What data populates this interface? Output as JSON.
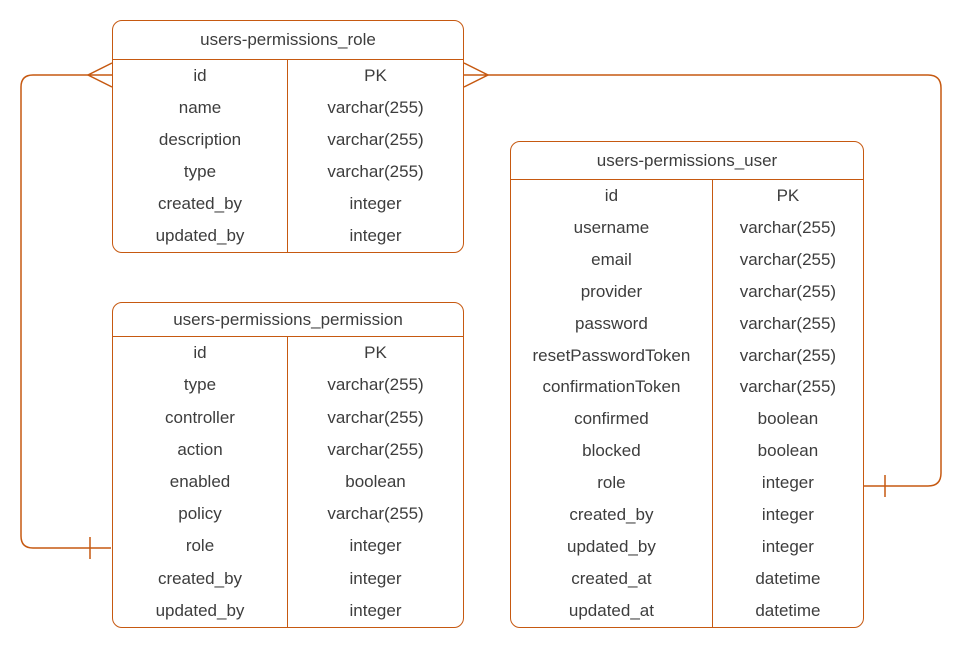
{
  "colors": {
    "line": "#c65911",
    "text": "#3d3d3d",
    "background": "#ffffff"
  },
  "diagram": {
    "entities": [
      {
        "title": "users-permissions_role",
        "fields": [
          {
            "name": "id",
            "type": "PK"
          },
          {
            "name": "name",
            "type": "varchar(255)"
          },
          {
            "name": "description",
            "type": "varchar(255)"
          },
          {
            "name": "type",
            "type": "varchar(255)"
          },
          {
            "name": "created_by",
            "type": "integer"
          },
          {
            "name": "updated_by",
            "type": "integer"
          }
        ]
      },
      {
        "title": "users-permissions_permission",
        "fields": [
          {
            "name": "id",
            "type": "PK"
          },
          {
            "name": "type",
            "type": "varchar(255)"
          },
          {
            "name": "controller",
            "type": "varchar(255)"
          },
          {
            "name": "action",
            "type": "varchar(255)"
          },
          {
            "name": "enabled",
            "type": "boolean"
          },
          {
            "name": "policy",
            "type": "varchar(255)"
          },
          {
            "name": "role",
            "type": "integer"
          },
          {
            "name": "created_by",
            "type": "integer"
          },
          {
            "name": "updated_by",
            "type": "integer"
          }
        ]
      },
      {
        "title": "users-permissions_user",
        "fields": [
          {
            "name": "id",
            "type": "PK"
          },
          {
            "name": "username",
            "type": "varchar(255)"
          },
          {
            "name": "email",
            "type": "varchar(255)"
          },
          {
            "name": "provider",
            "type": "varchar(255)"
          },
          {
            "name": "password",
            "type": "varchar(255)"
          },
          {
            "name": "resetPasswordToken",
            "type": "varchar(255)"
          },
          {
            "name": "confirmationToken",
            "type": "varchar(255)"
          },
          {
            "name": "confirmed",
            "type": "boolean"
          },
          {
            "name": "blocked",
            "type": "boolean"
          },
          {
            "name": "role",
            "type": "integer"
          },
          {
            "name": "created_by",
            "type": "integer"
          },
          {
            "name": "updated_by",
            "type": "integer"
          },
          {
            "name": "created_at",
            "type": "datetime"
          },
          {
            "name": "updated_at",
            "type": "datetime"
          }
        ]
      }
    ],
    "relationships": [
      {
        "from_entity": "users-permissions_role",
        "from_field": "id",
        "from_cardinality": "many",
        "to_entity": "users-permissions_permission",
        "to_field": "role",
        "to_cardinality": "one"
      },
      {
        "from_entity": "users-permissions_role",
        "from_field": "id",
        "from_cardinality": "many",
        "to_entity": "users-permissions_user",
        "to_field": "role",
        "to_cardinality": "one"
      }
    ]
  }
}
